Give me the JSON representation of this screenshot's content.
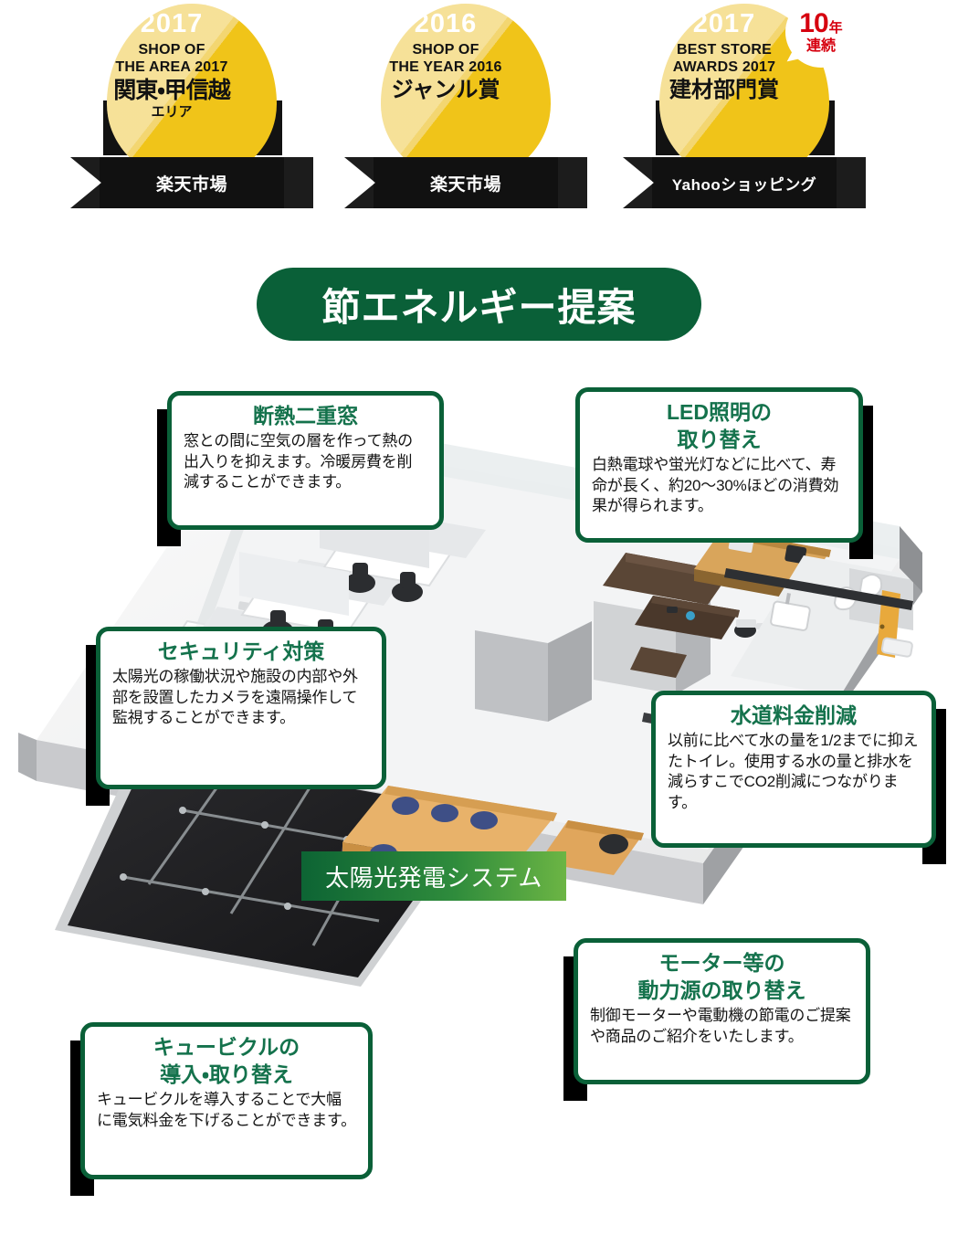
{
  "badges": [
    {
      "year": "2017",
      "en_line1": "SHOP OF",
      "en_line2": "THE AREA 2017",
      "jp_main": "関東・甲信越",
      "jp_sub": "エリア",
      "ribbon": "楽天市場",
      "star_icon": "sparkle-icon"
    },
    {
      "year": "2016",
      "en_line1": "SHOP OF",
      "en_line2": "THE YEAR 2016",
      "jp_main": "ジャンル賞",
      "jp_sub": "",
      "ribbon": "楽天市場",
      "star_icon": "sparkle-icon"
    },
    {
      "year": "2017",
      "en_line1": "BEST STORE",
      "en_line2": "AWARDS 2017",
      "jp_main": "建材部門賞",
      "jp_sub": "",
      "ribbon": "Yahooショッピング",
      "star_icon": "sparkle-icon",
      "streak": {
        "number": "10",
        "unit": "年",
        "label": "連続"
      }
    }
  ],
  "title": {
    "text": "節エネルギー提案"
  },
  "solar_label": {
    "text": "太陽光発電システム"
  },
  "callouts": [
    {
      "id": "window",
      "title": "断熱二重窓",
      "body": "窓との間に空気の層を作って熱の出入りを抑えます。冷暖房費を削減することができます。"
    },
    {
      "id": "led",
      "title": "LED照明の\n取り替え",
      "title_line1": "LED照明の",
      "title_line2": "取り替え",
      "body": "白熱電球や蛍光灯などに比べて、寿命が長く、約20〜30%ほどの消費効果が得られます。"
    },
    {
      "id": "security",
      "title": "セキュリティ対策",
      "body": "太陽光の稼働状況や施設の内部や外部を設置したカメラを遠隔操作して監視することができます。"
    },
    {
      "id": "water",
      "title": "水道料金削減",
      "body": "以前に比べて水の量を1/2までに抑えたトイレ。使用する水の量と排水を減らすこでCO2削減につながります。"
    },
    {
      "id": "motor",
      "title_line1": "モーター等の",
      "title_line2": "動力源の取り替え",
      "body": "制御モーターや電動機の節電のご提案や商品のご紹介をいたします。"
    },
    {
      "id": "cubicle",
      "title_line1": "キュービクルの",
      "title_line2": "導入・取り替え",
      "body": "キュービクルを導入することで大幅に電気料金を下げることができます。"
    }
  ],
  "colors": {
    "brand_green": "#0a6038",
    "title_green": "#14724c",
    "gold_light": "#f3d671",
    "gold_dark": "#f0c419",
    "ribbon_black": "#121212",
    "streak_red": "#d6000f",
    "solar_gradient_start": "#0d6434",
    "solar_gradient_end": "#6cb544"
  }
}
